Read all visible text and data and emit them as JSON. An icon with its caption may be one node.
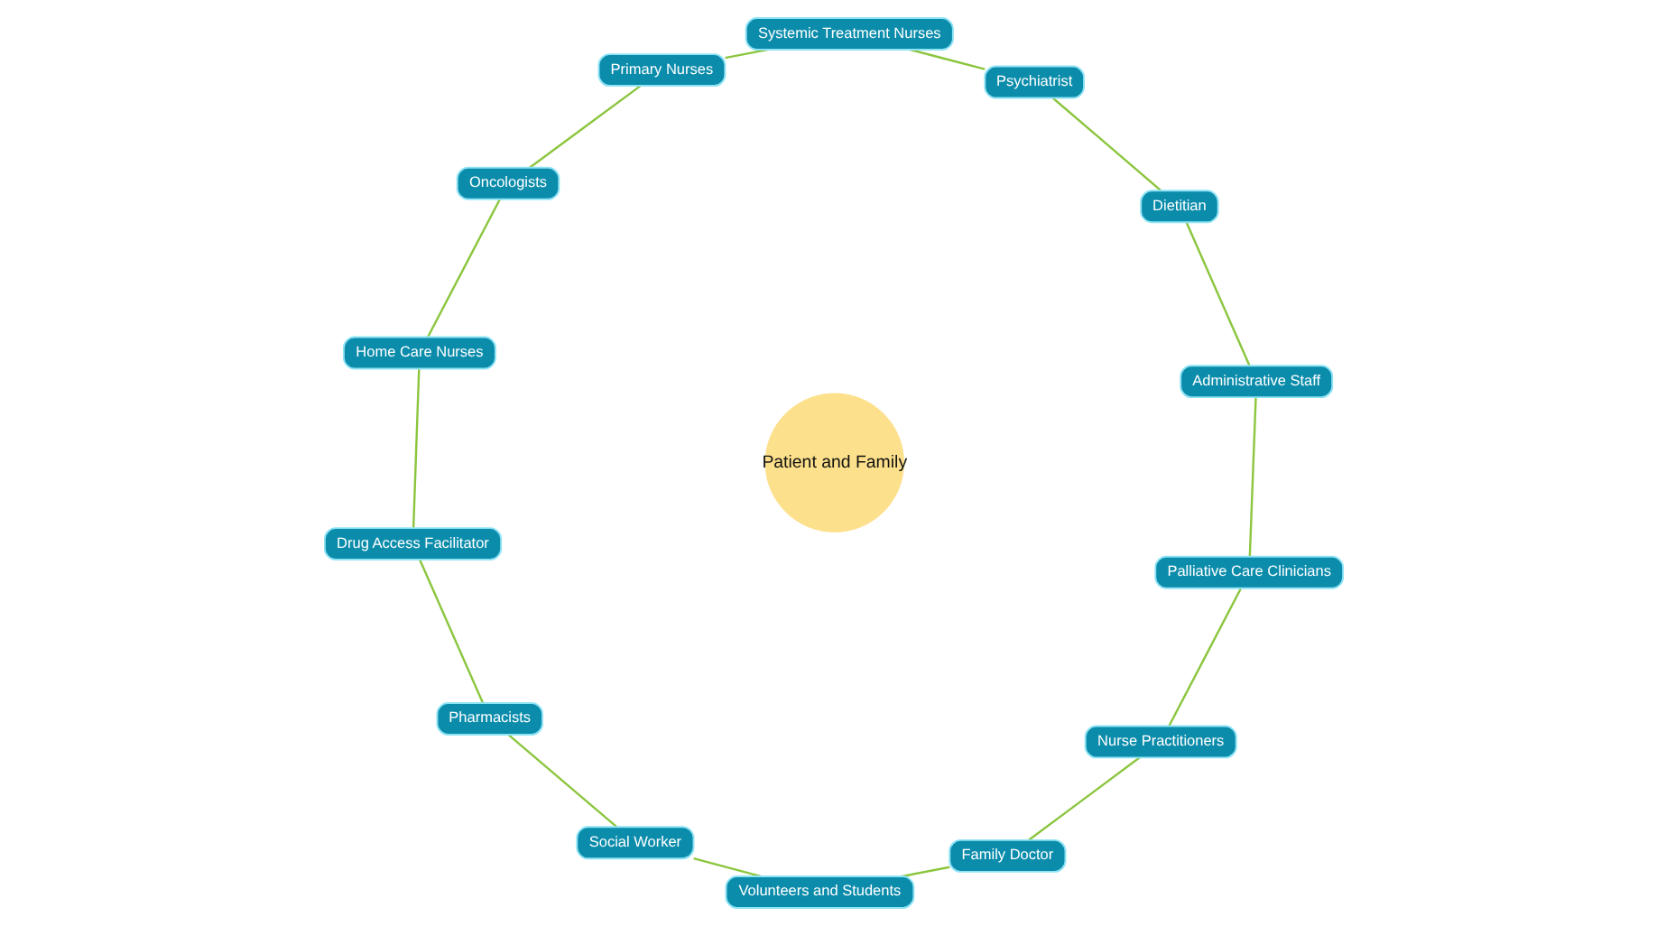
{
  "diagram": {
    "nodes": [
      {
        "text": [
          "Patient and Family"
        ]
      },
      {
        "text": [
          "Systemic Treatment Nurses"
        ]
      },
      {
        "text": [
          "Primary Nurses"
        ]
      },
      {
        "text": [
          "Oncologists"
        ]
      },
      {
        "text": [
          "Home Care Nurses"
        ]
      },
      {
        "text": [
          "Drug Access Facilitator"
        ]
      },
      {
        "text": [
          "Pharmacists"
        ]
      },
      {
        "text": [
          "Social Worker"
        ]
      },
      {
        "text": [
          "Volunteers and Students"
        ]
      },
      {
        "text": [
          "Family Doctor"
        ]
      },
      {
        "text": [
          "Nurse Practitioners"
        ]
      },
      {
        "text": [
          "Palliative Care Clinicians"
        ]
      },
      {
        "text": [
          "Administrative Staff"
        ]
      },
      {
        "text": [
          "Dietitian"
        ]
      },
      {
        "text": [
          "Psychiatrist"
        ]
      }
    ],
    "edges": [
      {
        "from": 1,
        "to": 2,
        "arrow": "none"
      },
      {
        "from": 2,
        "to": 3,
        "arrow": "none"
      },
      {
        "from": 3,
        "to": 4,
        "arrow": "none"
      },
      {
        "from": 4,
        "to": 5,
        "arrow": "none"
      },
      {
        "from": 5,
        "to": 6,
        "arrow": "none"
      },
      {
        "from": 6,
        "to": 7,
        "arrow": "none"
      },
      {
        "from": 7,
        "to": 8,
        "arrow": "none"
      },
      {
        "from": 8,
        "to": 9,
        "arrow": "none"
      },
      {
        "from": 9,
        "to": 10,
        "arrow": "none"
      },
      {
        "from": 10,
        "to": 11,
        "arrow": "none"
      },
      {
        "from": 11,
        "to": 12,
        "arrow": "none"
      },
      {
        "from": 12,
        "to": 13,
        "arrow": "none"
      },
      {
        "from": 13,
        "to": 14,
        "arrow": "none"
      },
      {
        "from": 14,
        "to": 1,
        "arrow": "none"
      }
    ]
  }
}
